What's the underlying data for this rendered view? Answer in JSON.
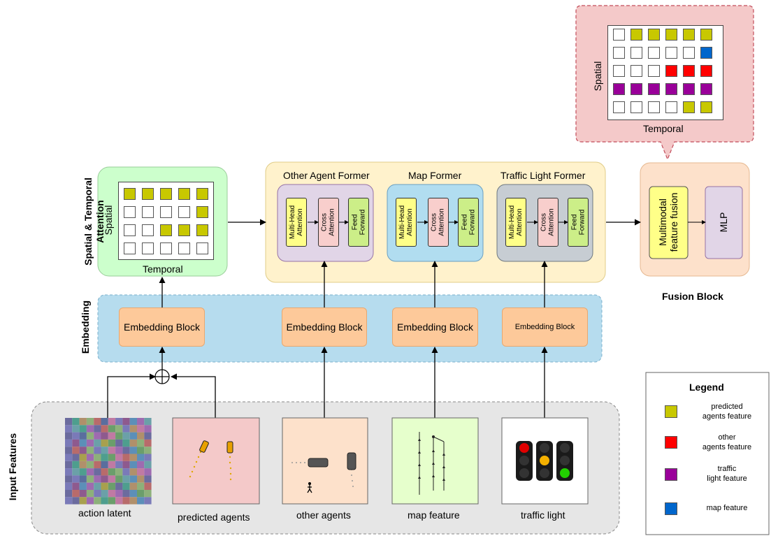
{
  "sections": {
    "input_features": "Input Features",
    "embedding": "Embedding",
    "spatial_temporal_line1": "Spatial & Temporal",
    "spatial_temporal_line2": "Attention",
    "fusion_block": "Fusion Block"
  },
  "grid_labels": {
    "spatial": "Spatial",
    "temporal": "Temporal"
  },
  "formers": [
    {
      "title": "Other Agent Former"
    },
    {
      "title": "Map Former"
    },
    {
      "title": "Traffic Light Former"
    }
  ],
  "sublayers": {
    "mha_1": "Multi-Head",
    "mha_2": "Attention",
    "ca_1": "Cross",
    "ca_2": "Attention",
    "ff_1": "Feed",
    "ff_2": "Forward"
  },
  "embedding_blocks": [
    "Embedding Block",
    "Embedding Block",
    "Embedding Block",
    "Embedding Block"
  ],
  "fusion": {
    "multimodal_1": "Multimodal",
    "multimodal_2": "feature fusion",
    "mlp": "MLP"
  },
  "inputs": [
    "action latent",
    "predicted agents",
    "other agents",
    "map feature",
    "traffic  light"
  ],
  "legend": {
    "title": "Legend",
    "items": [
      {
        "line1": "predicted",
        "line2": "agents feature",
        "color": "#c8c800"
      },
      {
        "line1": "other",
        "line2": "agents feature",
        "color": "#ff0000"
      },
      {
        "line1": "traffic",
        "line2": "light feature",
        "color": "#990099"
      },
      {
        "line1": "map feature",
        "line2": "",
        "color": "#0066cc"
      }
    ]
  },
  "colors": {
    "predicted": "#c8c800",
    "other": "#ff0000",
    "traffic": "#990099",
    "map": "#0066cc",
    "empty": "#ffffff"
  },
  "left_grid_rows": [
    [
      "predicted",
      "predicted",
      "predicted",
      "predicted",
      "predicted"
    ],
    [
      "empty",
      "empty",
      "empty",
      "empty",
      "predicted"
    ],
    [
      "empty",
      "empty",
      "predicted",
      "predicted",
      "predicted"
    ],
    [
      "empty",
      "empty",
      "empty",
      "empty",
      "empty"
    ]
  ],
  "callout_grid_rows": [
    [
      "empty",
      "predicted",
      "predicted",
      "predicted",
      "predicted",
      "predicted"
    ],
    [
      "empty",
      "empty",
      "empty",
      "empty",
      "empty",
      "map"
    ],
    [
      "empty",
      "empty",
      "empty",
      "other",
      "other",
      "other"
    ],
    [
      "traffic",
      "traffic",
      "traffic",
      "traffic",
      "traffic",
      "traffic"
    ],
    [
      "empty",
      "empty",
      "empty",
      "empty",
      "predicted",
      "predicted"
    ]
  ]
}
